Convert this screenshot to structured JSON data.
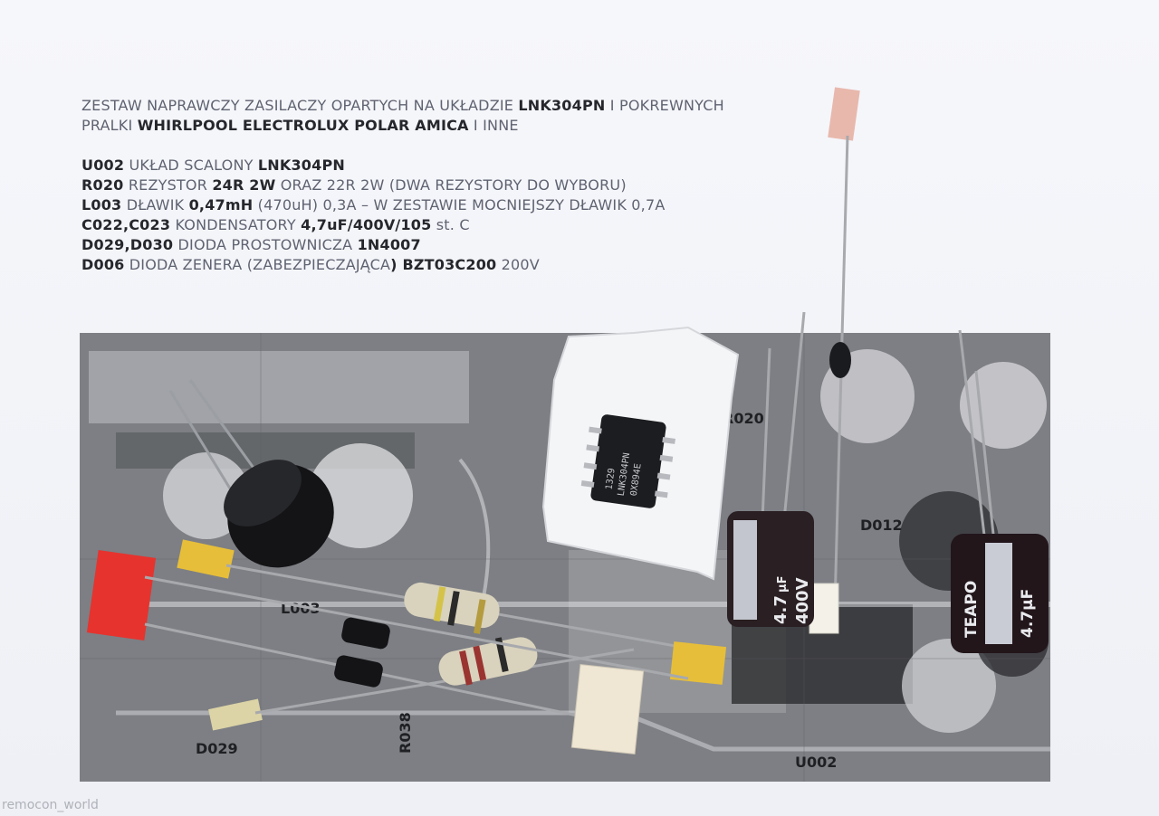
{
  "heading": {
    "line1_normal_a": "ZESTAW NAPRAWCZY ZASILACZY OPARTYCH NA UKŁADZIE ",
    "line1_bold": "LNK304PN",
    "line1_normal_b": " I POKREWNYCH",
    "line2_normal_a": "PRALKI ",
    "line2_bold": "WHIRLPOOL ELECTROLUX POLAR AMICA",
    "line2_normal_b": " I INNE"
  },
  "parts": [
    {
      "code": "U002",
      "a": " UKŁAD SCALONY ",
      "b": "LNK304PN",
      "c": ""
    },
    {
      "code": "R020",
      "a": " REZYSTOR ",
      "b": "24R 2W",
      "c": "  ORAZ 22R 2W (DWA REZYSTORY DO WYBORU)"
    },
    {
      "code": "L003",
      "a": " DŁAWIK ",
      "b": "0,47mH",
      "c": " (470uH) 0,3A – W ZESTAWIE MOCNIEJSZY DŁAWIK 0,7A"
    },
    {
      "code": "C022,C023",
      "a": " KONDENSATORY ",
      "b": "4,7uF/400V/105",
      "c": " st. C"
    },
    {
      "code": "D029,D030",
      "a": " DIODA PROSTOWNICZA ",
      "b": "1N4007",
      "c": ""
    },
    {
      "code": "D006",
      "a": " DIODA ZENERA (ZABEZPIECZAJĄCA",
      "b": ") BZT03C200",
      "c": " 200V"
    }
  ],
  "board_labels": [
    "L003",
    "D029",
    "R038",
    "U002",
    "D012",
    "R020"
  ],
  "ic_marking": [
    "1329",
    "LNK304PN",
    "0X894E"
  ],
  "cap_marking": [
    "4.7",
    "µF",
    "400V"
  ],
  "cap2_marking": [
    "TEAPO",
    "4.7µF"
  ],
  "watermark": "remocon_world"
}
